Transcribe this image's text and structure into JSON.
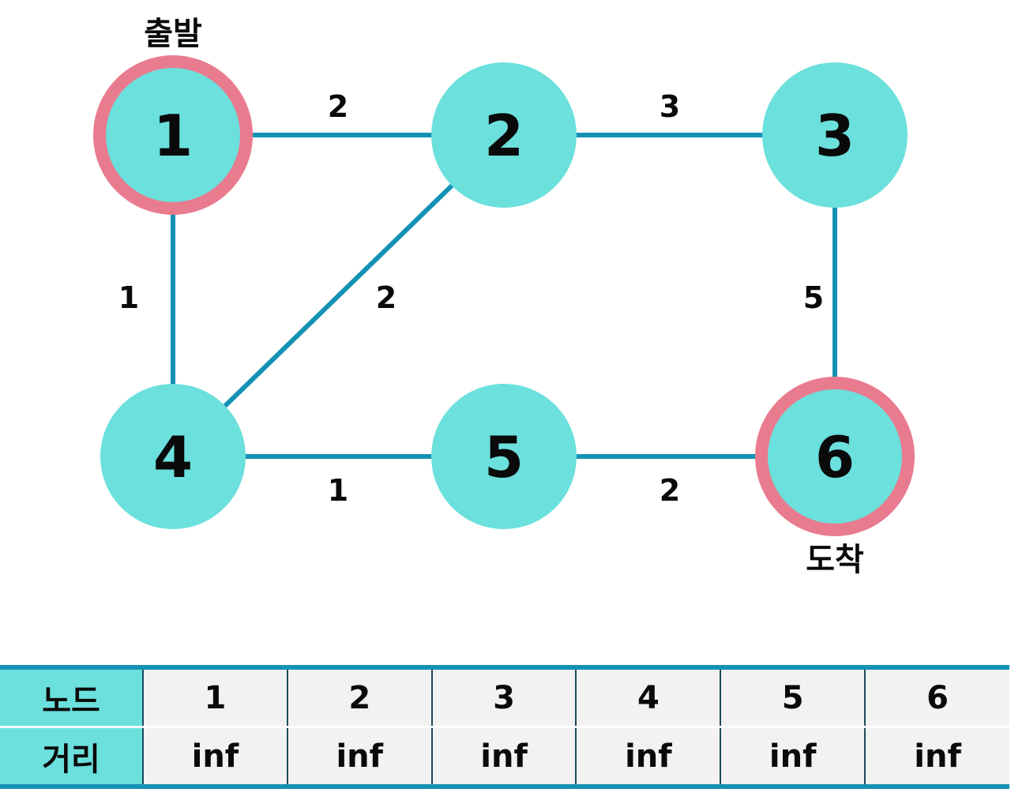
{
  "colors": {
    "node_fill": "#6be0dc",
    "highlight_ring": "#e97b8f",
    "edge": "#1492b4",
    "table_header_bg": "#6be0dc",
    "table_cell_bg": "#f2f2f2",
    "table_border": "#1492b4"
  },
  "graph": {
    "nodes": [
      {
        "id": "1",
        "label": "1",
        "highlight": true
      },
      {
        "id": "2",
        "label": "2",
        "highlight": false
      },
      {
        "id": "3",
        "label": "3",
        "highlight": false
      },
      {
        "id": "4",
        "label": "4",
        "highlight": false
      },
      {
        "id": "5",
        "label": "5",
        "highlight": false
      },
      {
        "id": "6",
        "label": "6",
        "highlight": true
      }
    ],
    "edges": [
      {
        "from": "1",
        "to": "2",
        "weight": "2"
      },
      {
        "from": "2",
        "to": "3",
        "weight": "3"
      },
      {
        "from": "1",
        "to": "4",
        "weight": "1"
      },
      {
        "from": "2",
        "to": "4",
        "weight": "2"
      },
      {
        "from": "3",
        "to": "6",
        "weight": "5"
      },
      {
        "from": "4",
        "to": "5",
        "weight": "1"
      },
      {
        "from": "5",
        "to": "6",
        "weight": "2"
      }
    ],
    "start_label": "출발",
    "end_label": "도착"
  },
  "table": {
    "row_headers": [
      "노드",
      "거리"
    ],
    "nodes": [
      "1",
      "2",
      "3",
      "4",
      "5",
      "6"
    ],
    "distances": [
      "inf",
      "inf",
      "inf",
      "inf",
      "inf",
      "inf"
    ]
  }
}
